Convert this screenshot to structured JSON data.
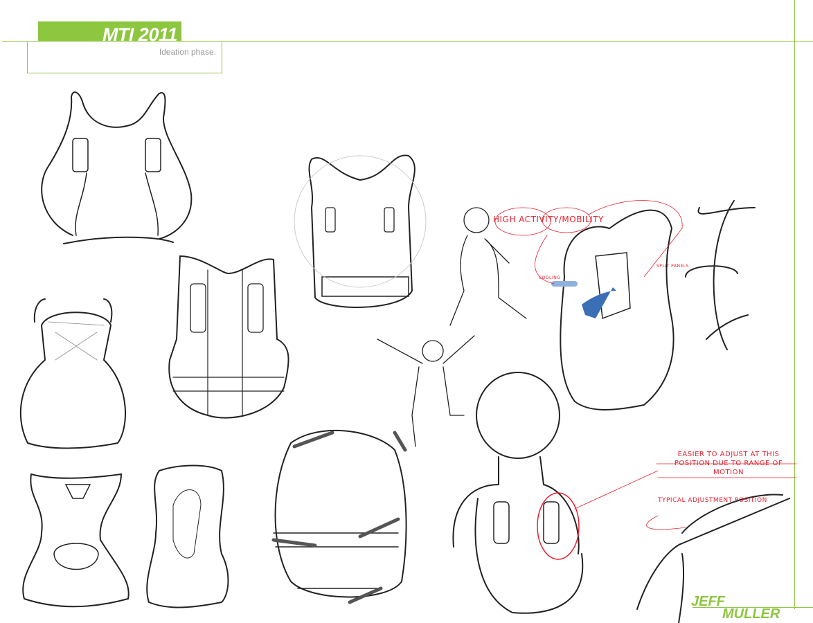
{
  "header": {
    "title": "MTI 2011",
    "subtitle": "Ideation phase."
  },
  "annotations": {
    "high_activity": "High Activity/Mobility",
    "cooling": "Cooling",
    "split_panels": "Split panels",
    "easier_adjust": "Easier to adjust at this position due to range of motion",
    "typical_adjust": "Typical adjustment position"
  },
  "author": {
    "first": "JEFF",
    "last": "MULLER"
  },
  "colors": {
    "accent": "#8dc63f",
    "annotation": "#e8202e",
    "arrow": "#3a6fb5"
  }
}
